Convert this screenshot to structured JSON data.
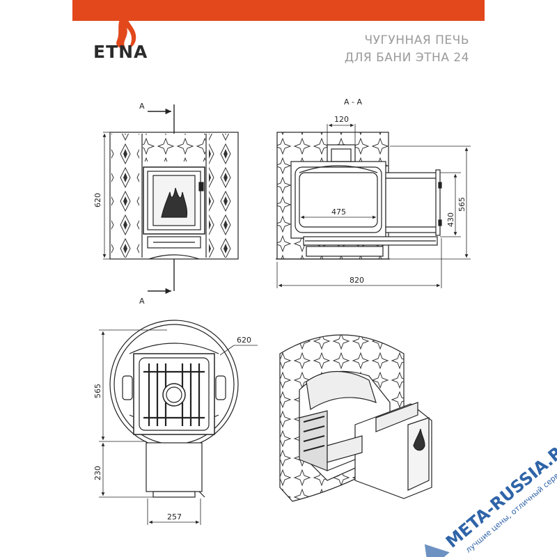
{
  "brand": {
    "name": "ETNA",
    "color": "#e2481c"
  },
  "title": {
    "line1": "ЧУГУННАЯ ПЕЧЬ",
    "line2": "ДЛЯ БАНИ ЭТНА 24"
  },
  "section": {
    "label": "A - A",
    "marker_top": "A",
    "marker_bottom": "A"
  },
  "dimensions": {
    "front_height": "620",
    "section_top": "120",
    "section_inner": "475",
    "section_height_1": "430",
    "section_height_2": "565",
    "section_length": "820",
    "plan_diameter": "620",
    "plan_depth": "565",
    "plan_tunnel": "230",
    "plan_tunnel_width": "257"
  },
  "watermark": {
    "site": "META-RUSSIA.RU",
    "slogan": "лучшие цены, отличный сервис!",
    "color": "#2f64a8"
  }
}
